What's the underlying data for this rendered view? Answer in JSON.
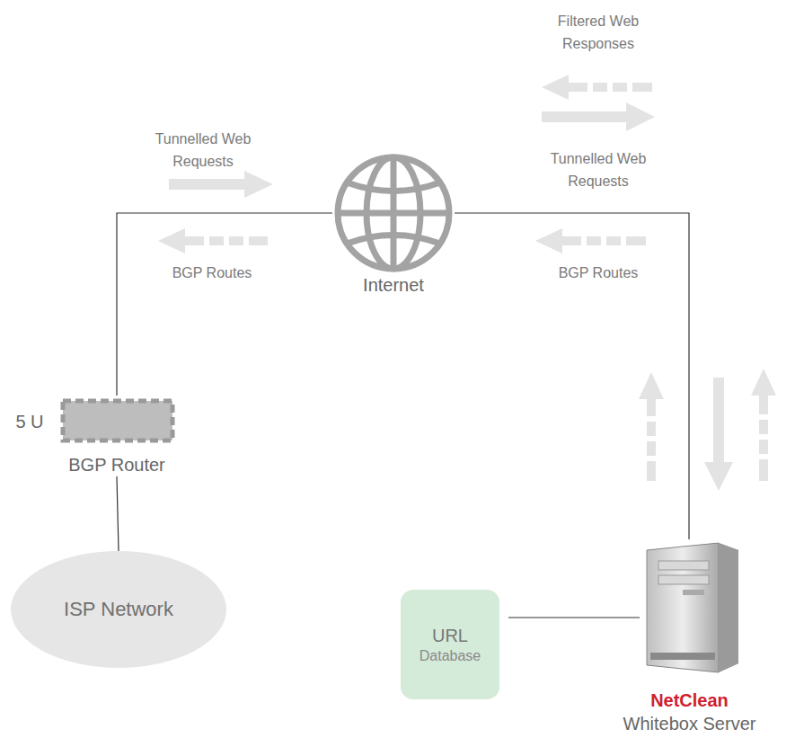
{
  "diagram": {
    "nodes": [
      {
        "text": [
          "ISP Network"
        ]
      },
      {
        "text": [
          "BGP Router"
        ]
      },
      {
        "text": [
          "Internet"
        ]
      },
      {
        "text": [
          "URL",
          "Database"
        ]
      },
      {
        "text": [
          "NetClean",
          "Whitebox Server"
        ]
      }
    ],
    "edges": [
      {
        "from": 0,
        "to": 1,
        "arrow": "none"
      },
      {
        "from": 1,
        "to": 2,
        "arrow": "none"
      },
      {
        "from": 2,
        "to": 4,
        "arrow": "none"
      },
      {
        "from": 3,
        "to": 4,
        "arrow": "none"
      }
    ],
    "labels": [
      "5 U",
      "Tunnelled Web Requests",
      "BGP Routes",
      "Filtered Web Responses",
      "Tunnelled Web Requests",
      "BGP Routes"
    ]
  }
}
